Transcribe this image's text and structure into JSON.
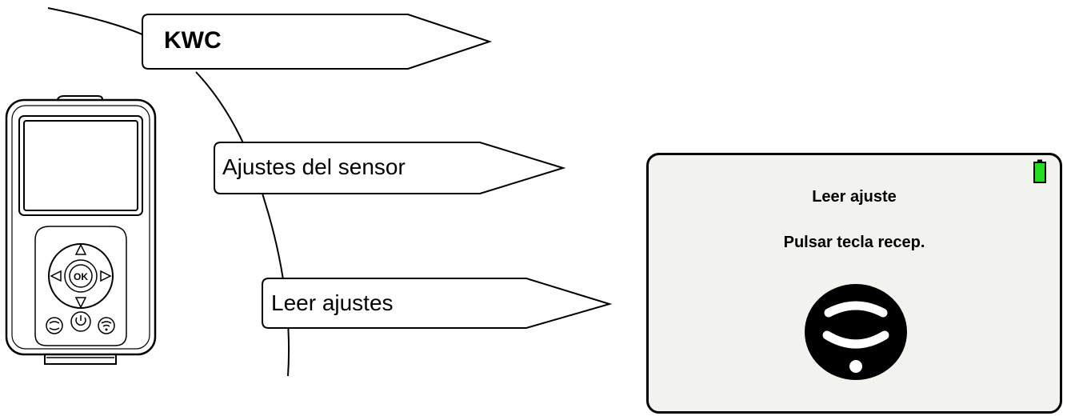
{
  "menu": {
    "brand": "KWC",
    "item_sensor": "Ajustes del sensor",
    "item_read": "Leer ajustes"
  },
  "device": {
    "keypad": {
      "ok_label": "OK"
    }
  },
  "screen": {
    "title": "Leer ajuste",
    "instruction": "Pulsar tecla recep.",
    "battery_color": "#22dd22",
    "icon": "receive-signal-icon"
  }
}
